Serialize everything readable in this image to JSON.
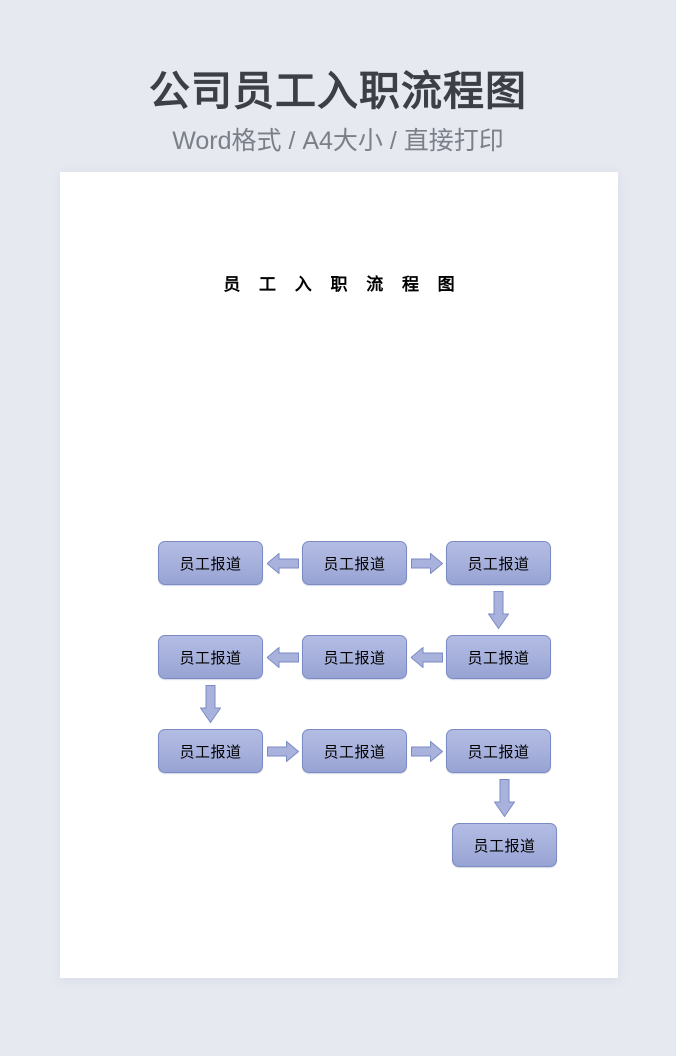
{
  "header": {
    "title": "公司员工入职流程图",
    "subtitle": "Word格式 / A4大小 / 直接打印",
    "title_color": "#3c3f45",
    "subtitle_color": "#7a7f88"
  },
  "page": {
    "background_color": "#e6e9f0",
    "card_color": "#ffffff"
  },
  "document": {
    "title": "员 工 入 职 流 程 图",
    "title_color": "#000000"
  },
  "flowchart": {
    "node_fill_top": "#b3bce3",
    "node_fill_bottom": "#97a3d4",
    "node_border_color": "#7b8bc4",
    "arrow_fill": "#a8b2dd",
    "arrow_border_color": "#7b8bc4",
    "rows": [
      {
        "row_index": 1,
        "nodes": [
          {
            "id": "r1c1",
            "label": "员工报道"
          },
          {
            "id": "r1c2",
            "label": "员工报道"
          },
          {
            "id": "r1c3",
            "label": "员工报道"
          }
        ],
        "connectors": [
          {
            "id": "r1-a1",
            "direction": "left"
          },
          {
            "id": "r1-a2",
            "direction": "right"
          }
        ]
      },
      {
        "row_index": 2,
        "nodes": [
          {
            "id": "r2c1",
            "label": "员工报道"
          },
          {
            "id": "r2c2",
            "label": "员工报道"
          },
          {
            "id": "r2c3",
            "label": "员工报道"
          }
        ],
        "connectors": [
          {
            "id": "r2-a1",
            "direction": "left"
          },
          {
            "id": "r2-a2",
            "direction": "left"
          }
        ]
      },
      {
        "row_index": 3,
        "nodes": [
          {
            "id": "r3c1",
            "label": "员工报道"
          },
          {
            "id": "r3c2",
            "label": "员工报道"
          },
          {
            "id": "r3c3",
            "label": "员工报道"
          }
        ],
        "connectors": [
          {
            "id": "r3-a1",
            "direction": "right"
          },
          {
            "id": "r3-a2",
            "direction": "right"
          }
        ]
      }
    ],
    "vertical_connectors": [
      {
        "id": "v1",
        "direction": "down",
        "from": "r1c3",
        "to": "r2c3"
      },
      {
        "id": "v2",
        "direction": "down",
        "from": "r2c1",
        "to": "r3c1"
      },
      {
        "id": "v3",
        "direction": "down",
        "from": "r3c3",
        "to": "final"
      }
    ],
    "final_node": {
      "id": "final",
      "label": "员工报道"
    }
  }
}
